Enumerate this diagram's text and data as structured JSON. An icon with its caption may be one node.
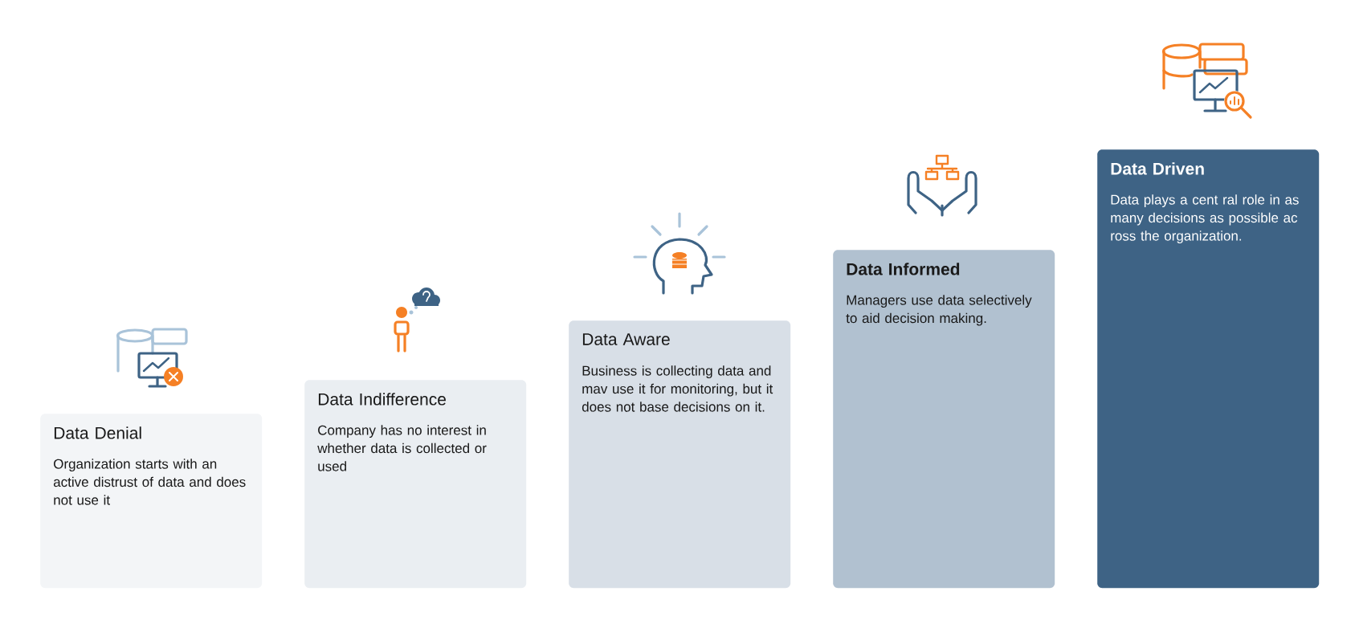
{
  "diagram": {
    "nodes": [
      {
        "text": [
          "Data Denial",
          "Organization starts with an active distrust of data and does not use it"
        ]
      },
      {
        "text": [
          "Data Indifference",
          "Company has no interest in whether data is collected or used"
        ]
      },
      {
        "text": [
          "Data Aware",
          "Business is collecting data and mav use it for monitoring, but it does not base decisions on it."
        ]
      },
      {
        "text": [
          "Data Informed",
          "Managers use data selectively to aid decision making."
        ]
      },
      {
        "text": [
          "Data Driven",
          "Data plays a cent ral role in as many decisions as possible ac ross the organization."
        ]
      }
    ]
  }
}
